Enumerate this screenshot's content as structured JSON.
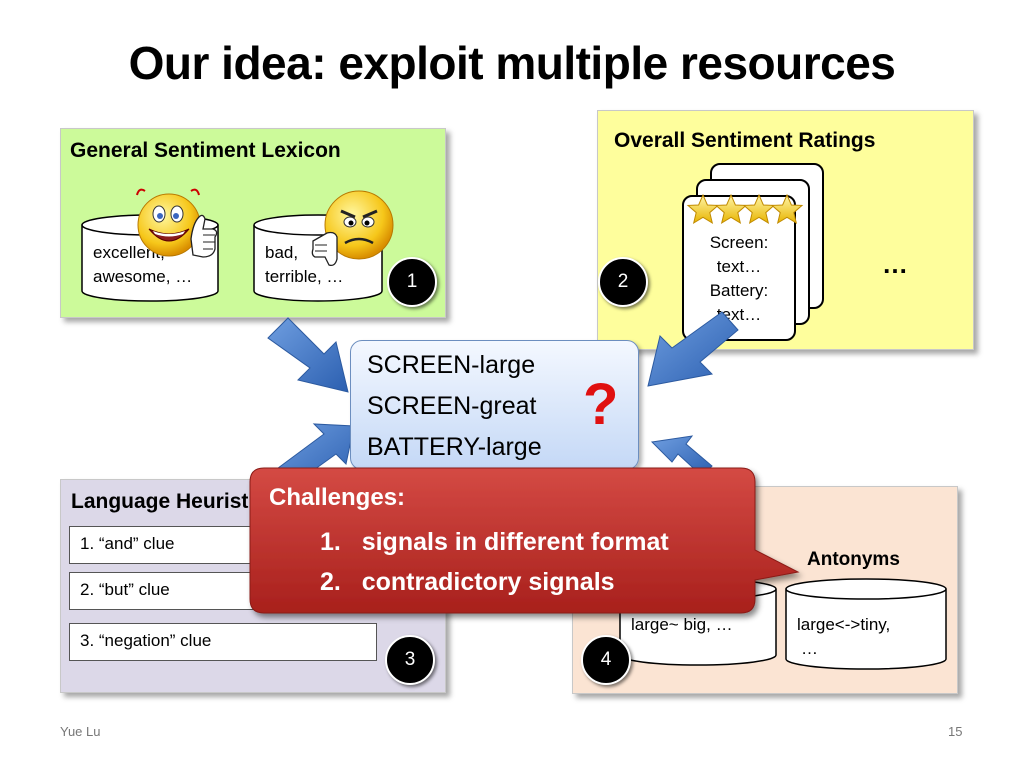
{
  "slide": {
    "title": "Our idea: exploit multiple resources",
    "footer_author": "Yue Lu",
    "page_number": "15"
  },
  "lexicon_panel": {
    "title": "General Sentiment Lexicon",
    "positive_words_line1": "excellent,",
    "positive_words_line2": "awesome, …",
    "negative_words_line1": "bad,",
    "negative_words_line2": "terrible, …",
    "badge": "1",
    "icons": [
      "happy-thumbs-up-smiley-icon",
      "angry-thumbs-down-smiley-icon"
    ]
  },
  "ratings_panel": {
    "title": "Overall Sentiment Ratings",
    "doc_line1": "Screen:",
    "doc_line2": "text…",
    "doc_line3": "Battery:",
    "doc_line4": "text…",
    "ellipsis": "…",
    "stars": 4,
    "badge": "2"
  },
  "center_box": {
    "line1": "SCREEN-large",
    "line2": "SCREEN-great",
    "line3": "BATTERY-large",
    "question_mark": "?"
  },
  "heuristics_panel": {
    "title": "Language Heuristics",
    "clue1": "1. “and” clue",
    "clue2": "2. “but” clue",
    "clue3": "3. “negation” clue",
    "badge": "3"
  },
  "thesaurus_panel": {
    "antonyms_title": "Antonyms",
    "synonyms_text": "large~ big, …",
    "antonyms_line1": "large<->tiny,",
    "antonyms_line2": "…",
    "badge": "4"
  },
  "challenges": {
    "title": "Challenges:",
    "item1_num": "1.",
    "item1": "signals in different format",
    "item2_num": "2.",
    "item2": "contradictory signals"
  },
  "colors": {
    "lexicon_bg": "#ccfa9a",
    "ratings_bg": "#fefe9c",
    "heuristics_bg": "#dcd8e8",
    "thesaurus_bg": "#fbe4d3",
    "arrow_blue": "#3a6fc0",
    "callout_red": "#c0302c",
    "question_red": "#e01010"
  }
}
